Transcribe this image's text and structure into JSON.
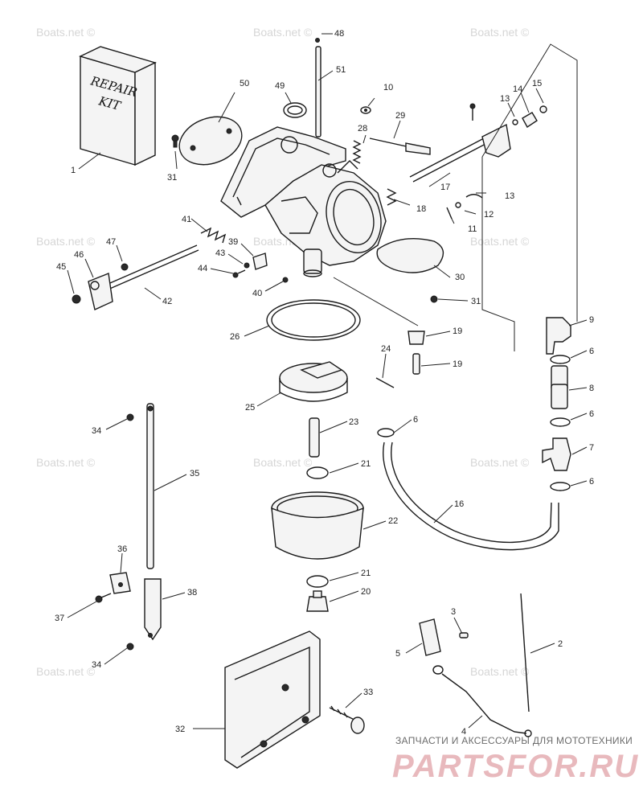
{
  "watermark_text": "Boats.net ©",
  "kit_label": {
    "line1": "REPAIR",
    "line2": "KIT"
  },
  "callouts": [
    {
      "id": "c48",
      "text": "48"
    },
    {
      "id": "c51",
      "text": "51"
    },
    {
      "id": "c50",
      "text": "50"
    },
    {
      "id": "c49",
      "text": "49"
    },
    {
      "id": "c10",
      "text": "10"
    },
    {
      "id": "c29",
      "text": "29"
    },
    {
      "id": "c28",
      "text": "28"
    },
    {
      "id": "c13a",
      "text": "13"
    },
    {
      "id": "c14",
      "text": "14"
    },
    {
      "id": "c15",
      "text": "15"
    },
    {
      "id": "c1",
      "text": "1"
    },
    {
      "id": "c31a",
      "text": "31"
    },
    {
      "id": "c17",
      "text": "17"
    },
    {
      "id": "c18",
      "text": "18"
    },
    {
      "id": "c13b",
      "text": "13"
    },
    {
      "id": "c12",
      "text": "12"
    },
    {
      "id": "c11",
      "text": "11"
    },
    {
      "id": "c41",
      "text": "41"
    },
    {
      "id": "c47",
      "text": "47"
    },
    {
      "id": "c39",
      "text": "39"
    },
    {
      "id": "c46",
      "text": "46"
    },
    {
      "id": "c45",
      "text": "45"
    },
    {
      "id": "c43",
      "text": "43"
    },
    {
      "id": "c44",
      "text": "44"
    },
    {
      "id": "c40",
      "text": "40"
    },
    {
      "id": "c42",
      "text": "42"
    },
    {
      "id": "c30",
      "text": "30"
    },
    {
      "id": "c31b",
      "text": "31"
    },
    {
      "id": "c9",
      "text": "9"
    },
    {
      "id": "c26",
      "text": "26"
    },
    {
      "id": "c19a",
      "text": "19"
    },
    {
      "id": "c6a",
      "text": "6"
    },
    {
      "id": "c19b",
      "text": "19"
    },
    {
      "id": "c24",
      "text": "24"
    },
    {
      "id": "c8",
      "text": "8"
    },
    {
      "id": "c25",
      "text": "25"
    },
    {
      "id": "c6b",
      "text": "6"
    },
    {
      "id": "c34a",
      "text": "34"
    },
    {
      "id": "c23",
      "text": "23"
    },
    {
      "id": "c6c",
      "text": "6"
    },
    {
      "id": "c7",
      "text": "7"
    },
    {
      "id": "c35",
      "text": "35"
    },
    {
      "id": "c21a",
      "text": "21"
    },
    {
      "id": "c6d",
      "text": "6"
    },
    {
      "id": "c16",
      "text": "16"
    },
    {
      "id": "c22",
      "text": "22"
    },
    {
      "id": "c36",
      "text": "36"
    },
    {
      "id": "c21b",
      "text": "21"
    },
    {
      "id": "c38",
      "text": "38"
    },
    {
      "id": "c20",
      "text": "20"
    },
    {
      "id": "c37",
      "text": "37"
    },
    {
      "id": "c3",
      "text": "3"
    },
    {
      "id": "c2",
      "text": "2"
    },
    {
      "id": "c5",
      "text": "5"
    },
    {
      "id": "c34b",
      "text": "34"
    },
    {
      "id": "c33",
      "text": "33"
    },
    {
      "id": "c32",
      "text": "32"
    },
    {
      "id": "c4",
      "text": "4"
    }
  ],
  "logo": {
    "subtitle": "ЗАПЧАСТИ И АКСЕССУАРЫ ДЛЯ МОТОТЕХНИКИ",
    "name": "PARTSFOR.RU",
    "color": "#e8b9bd"
  }
}
